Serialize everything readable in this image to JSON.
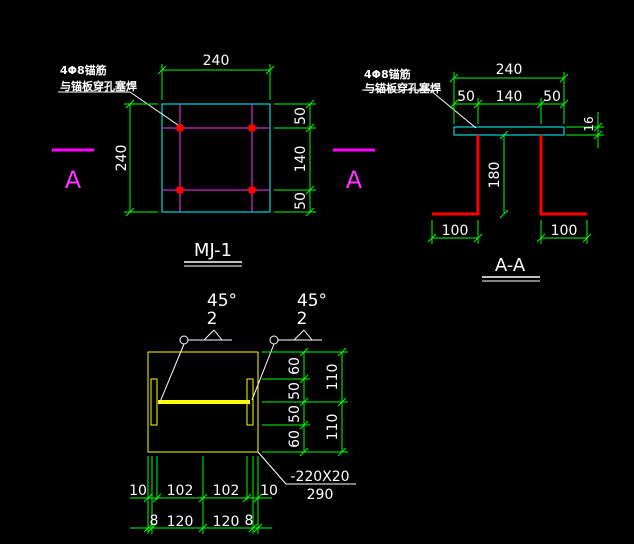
{
  "drawing": {
    "colors": {
      "background": "#000000",
      "dimension": "#00ff00",
      "plate": "#00ffff",
      "anchor": "#ff33ff",
      "weld_point": "#ff0000",
      "steel_bar": "#ff0000",
      "cut_mark": "#ff00ff",
      "embed_plate": "#ffff00",
      "leader": "#ffffff",
      "text": "#ffffff"
    },
    "plan": {
      "note_line1": "4Φ8锚筋",
      "note_line2": "与锚板穿孔塞焊",
      "dim_top": "240",
      "dim_left": "240",
      "dim_right_1": "50",
      "dim_right_2": "140",
      "dim_right_3": "50",
      "cut_left": "A",
      "cut_right": "A",
      "title": "MJ-1"
    },
    "section": {
      "note_line1": "4Φ8锚筋",
      "note_line2": "与锚板穿孔塞焊",
      "dim_top": "240",
      "dim_sub_1": "50",
      "dim_sub_2": "140",
      "dim_sub_3": "50",
      "dim_thickness": "16",
      "dim_height": "180",
      "dim_hook_left": "100",
      "dim_hook_right": "100",
      "title": "A-A"
    },
    "embed": {
      "weld_left_angle": "45°",
      "weld_left_size": "2",
      "weld_right_angle": "45°",
      "weld_right_size": "2",
      "dim_r_60a": "60",
      "dim_r_50a": "50",
      "dim_r_50b": "50",
      "dim_r_60b": "60",
      "dim_rr_110a": "110",
      "dim_rr_110b": "110",
      "plate_spec": "-220X20",
      "plate_len": "290",
      "dim_b_10a": "10",
      "dim_b_102a": "102",
      "dim_b_102b": "102",
      "dim_b_10b": "10",
      "dim_bb_8a": "8",
      "dim_bb_120a": "120",
      "dim_bb_120b": "120",
      "dim_bb_8b": "8"
    }
  }
}
